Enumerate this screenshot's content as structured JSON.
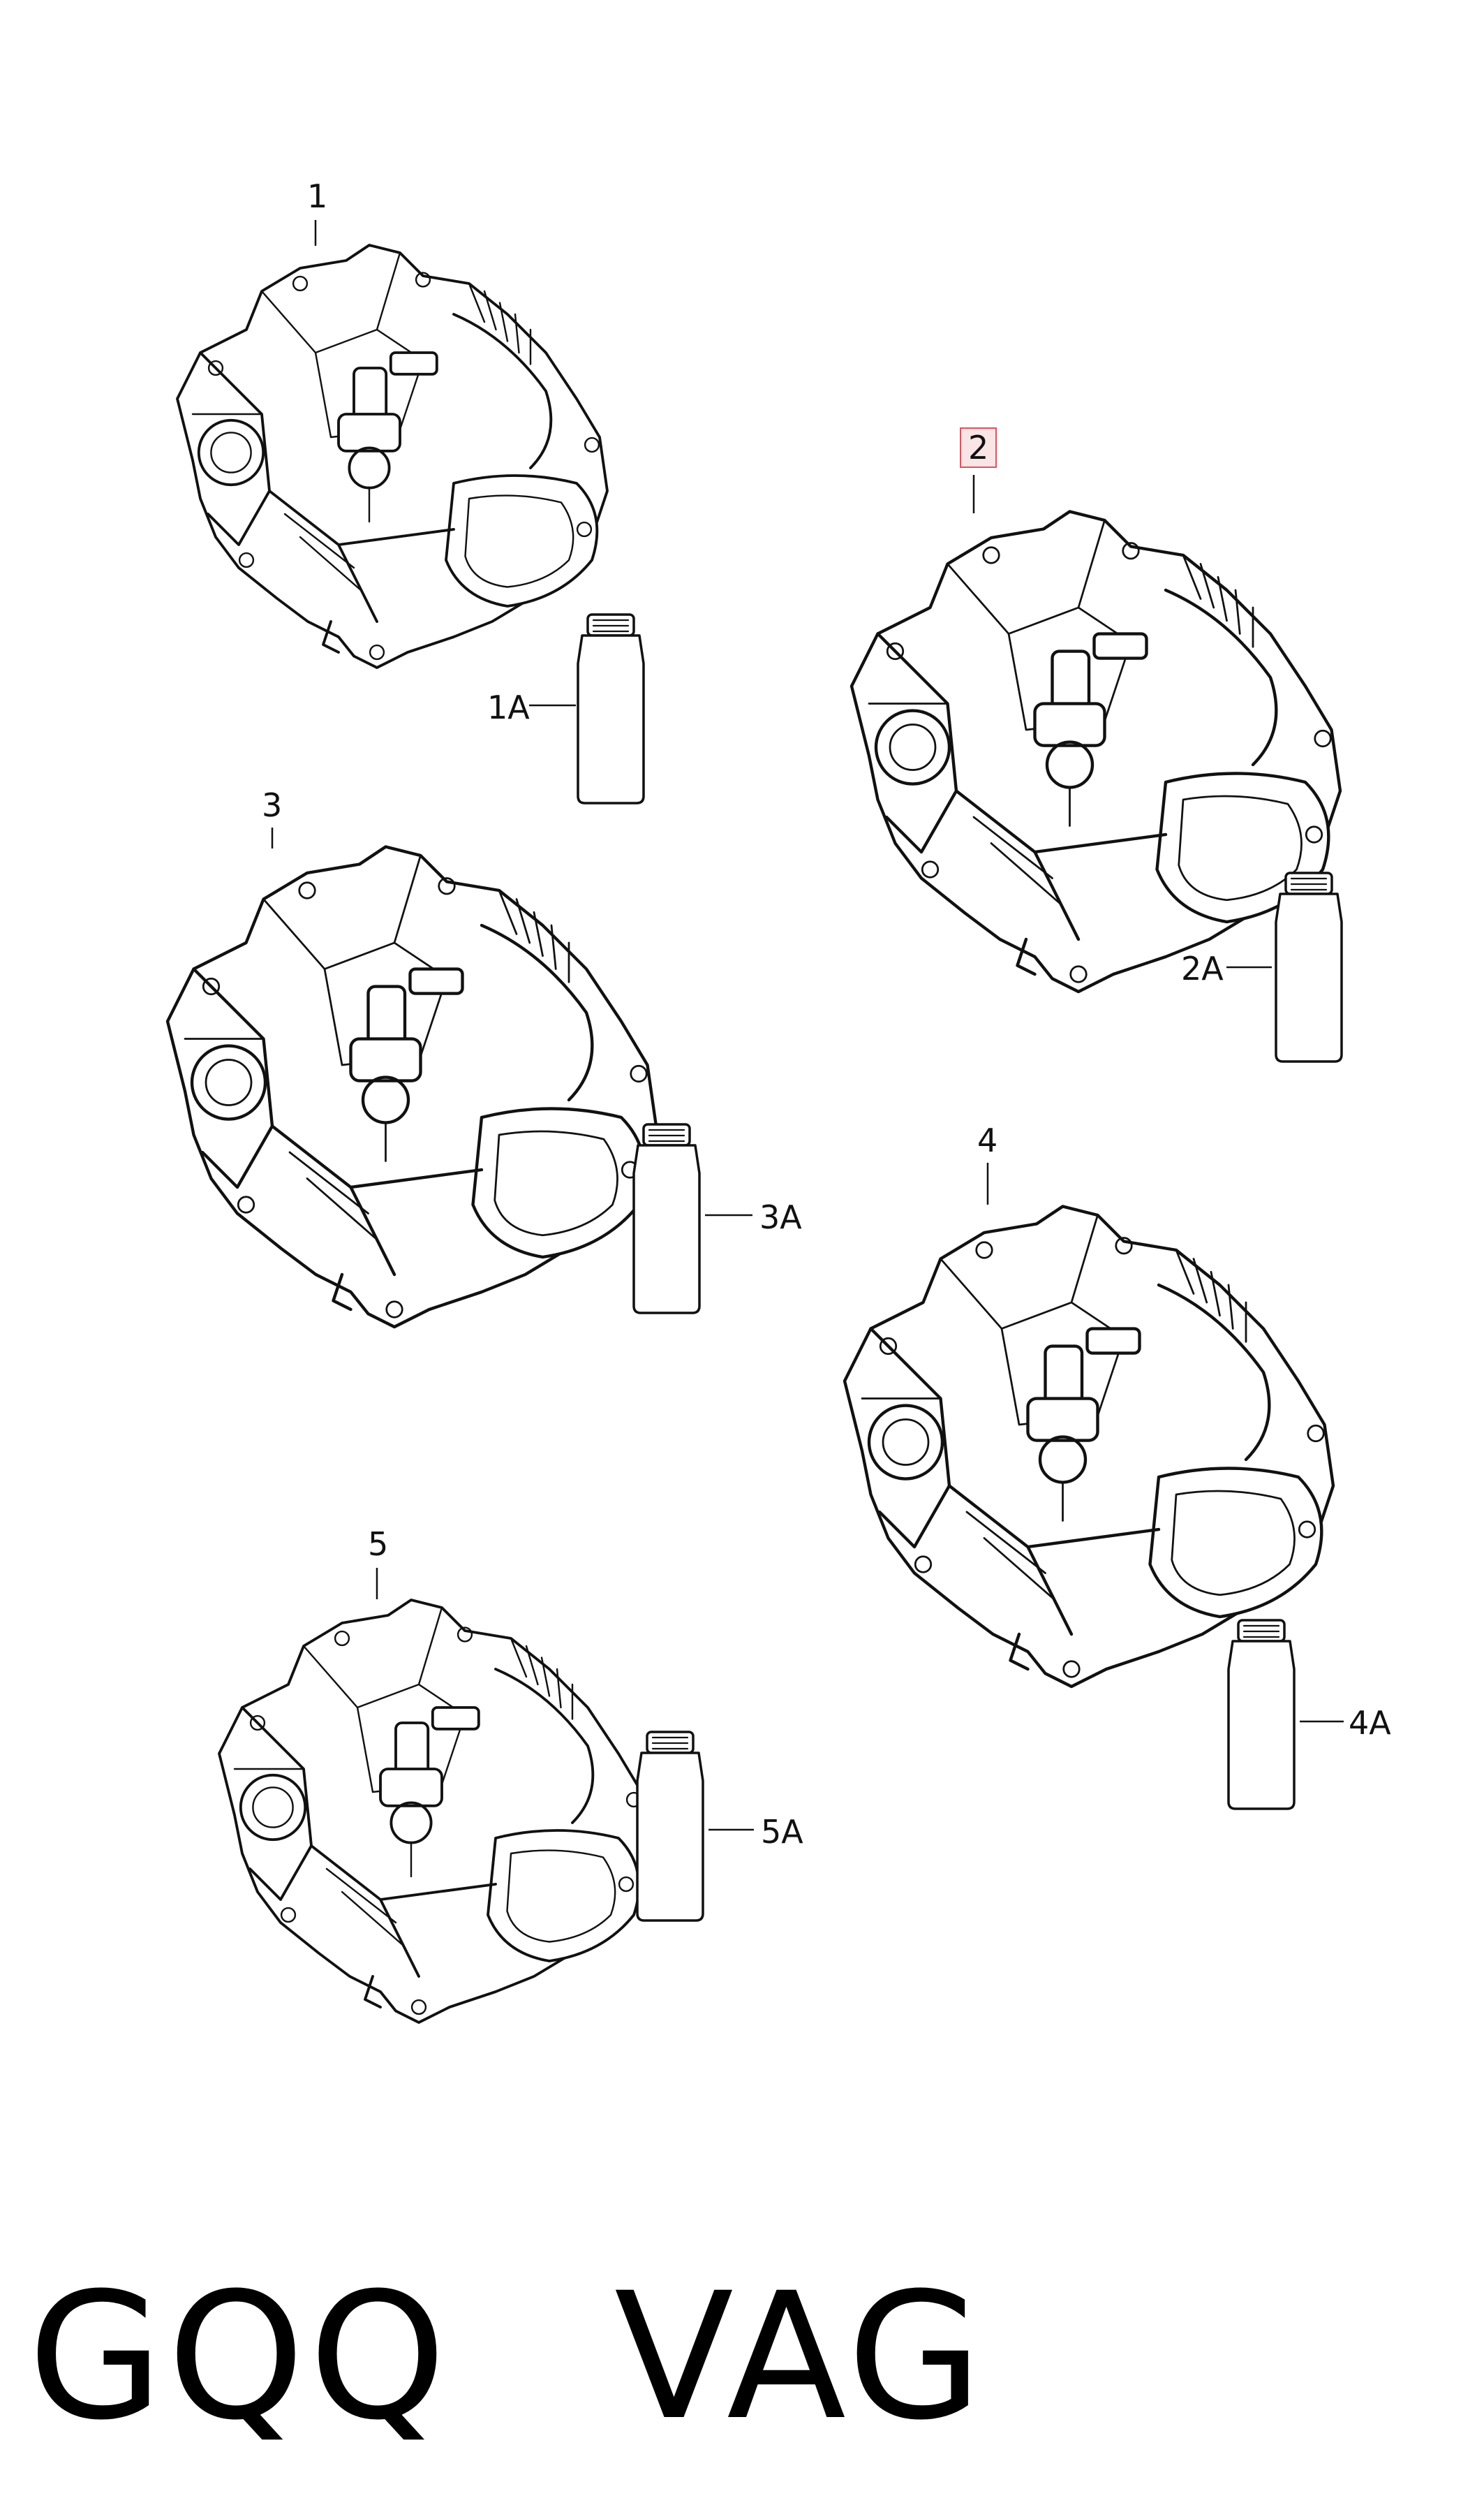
{
  "callouts": {
    "item1": "1",
    "item1A": "1A",
    "item2": "2",
    "item2A": "2A",
    "item3": "3",
    "item3A": "3A",
    "item4": "4",
    "item4A": "4A",
    "item5": "5",
    "item5A": "5A"
  },
  "highlight_color": "#d9565f",
  "watermark": {
    "left": "GQQ",
    "right": "VAG"
  }
}
